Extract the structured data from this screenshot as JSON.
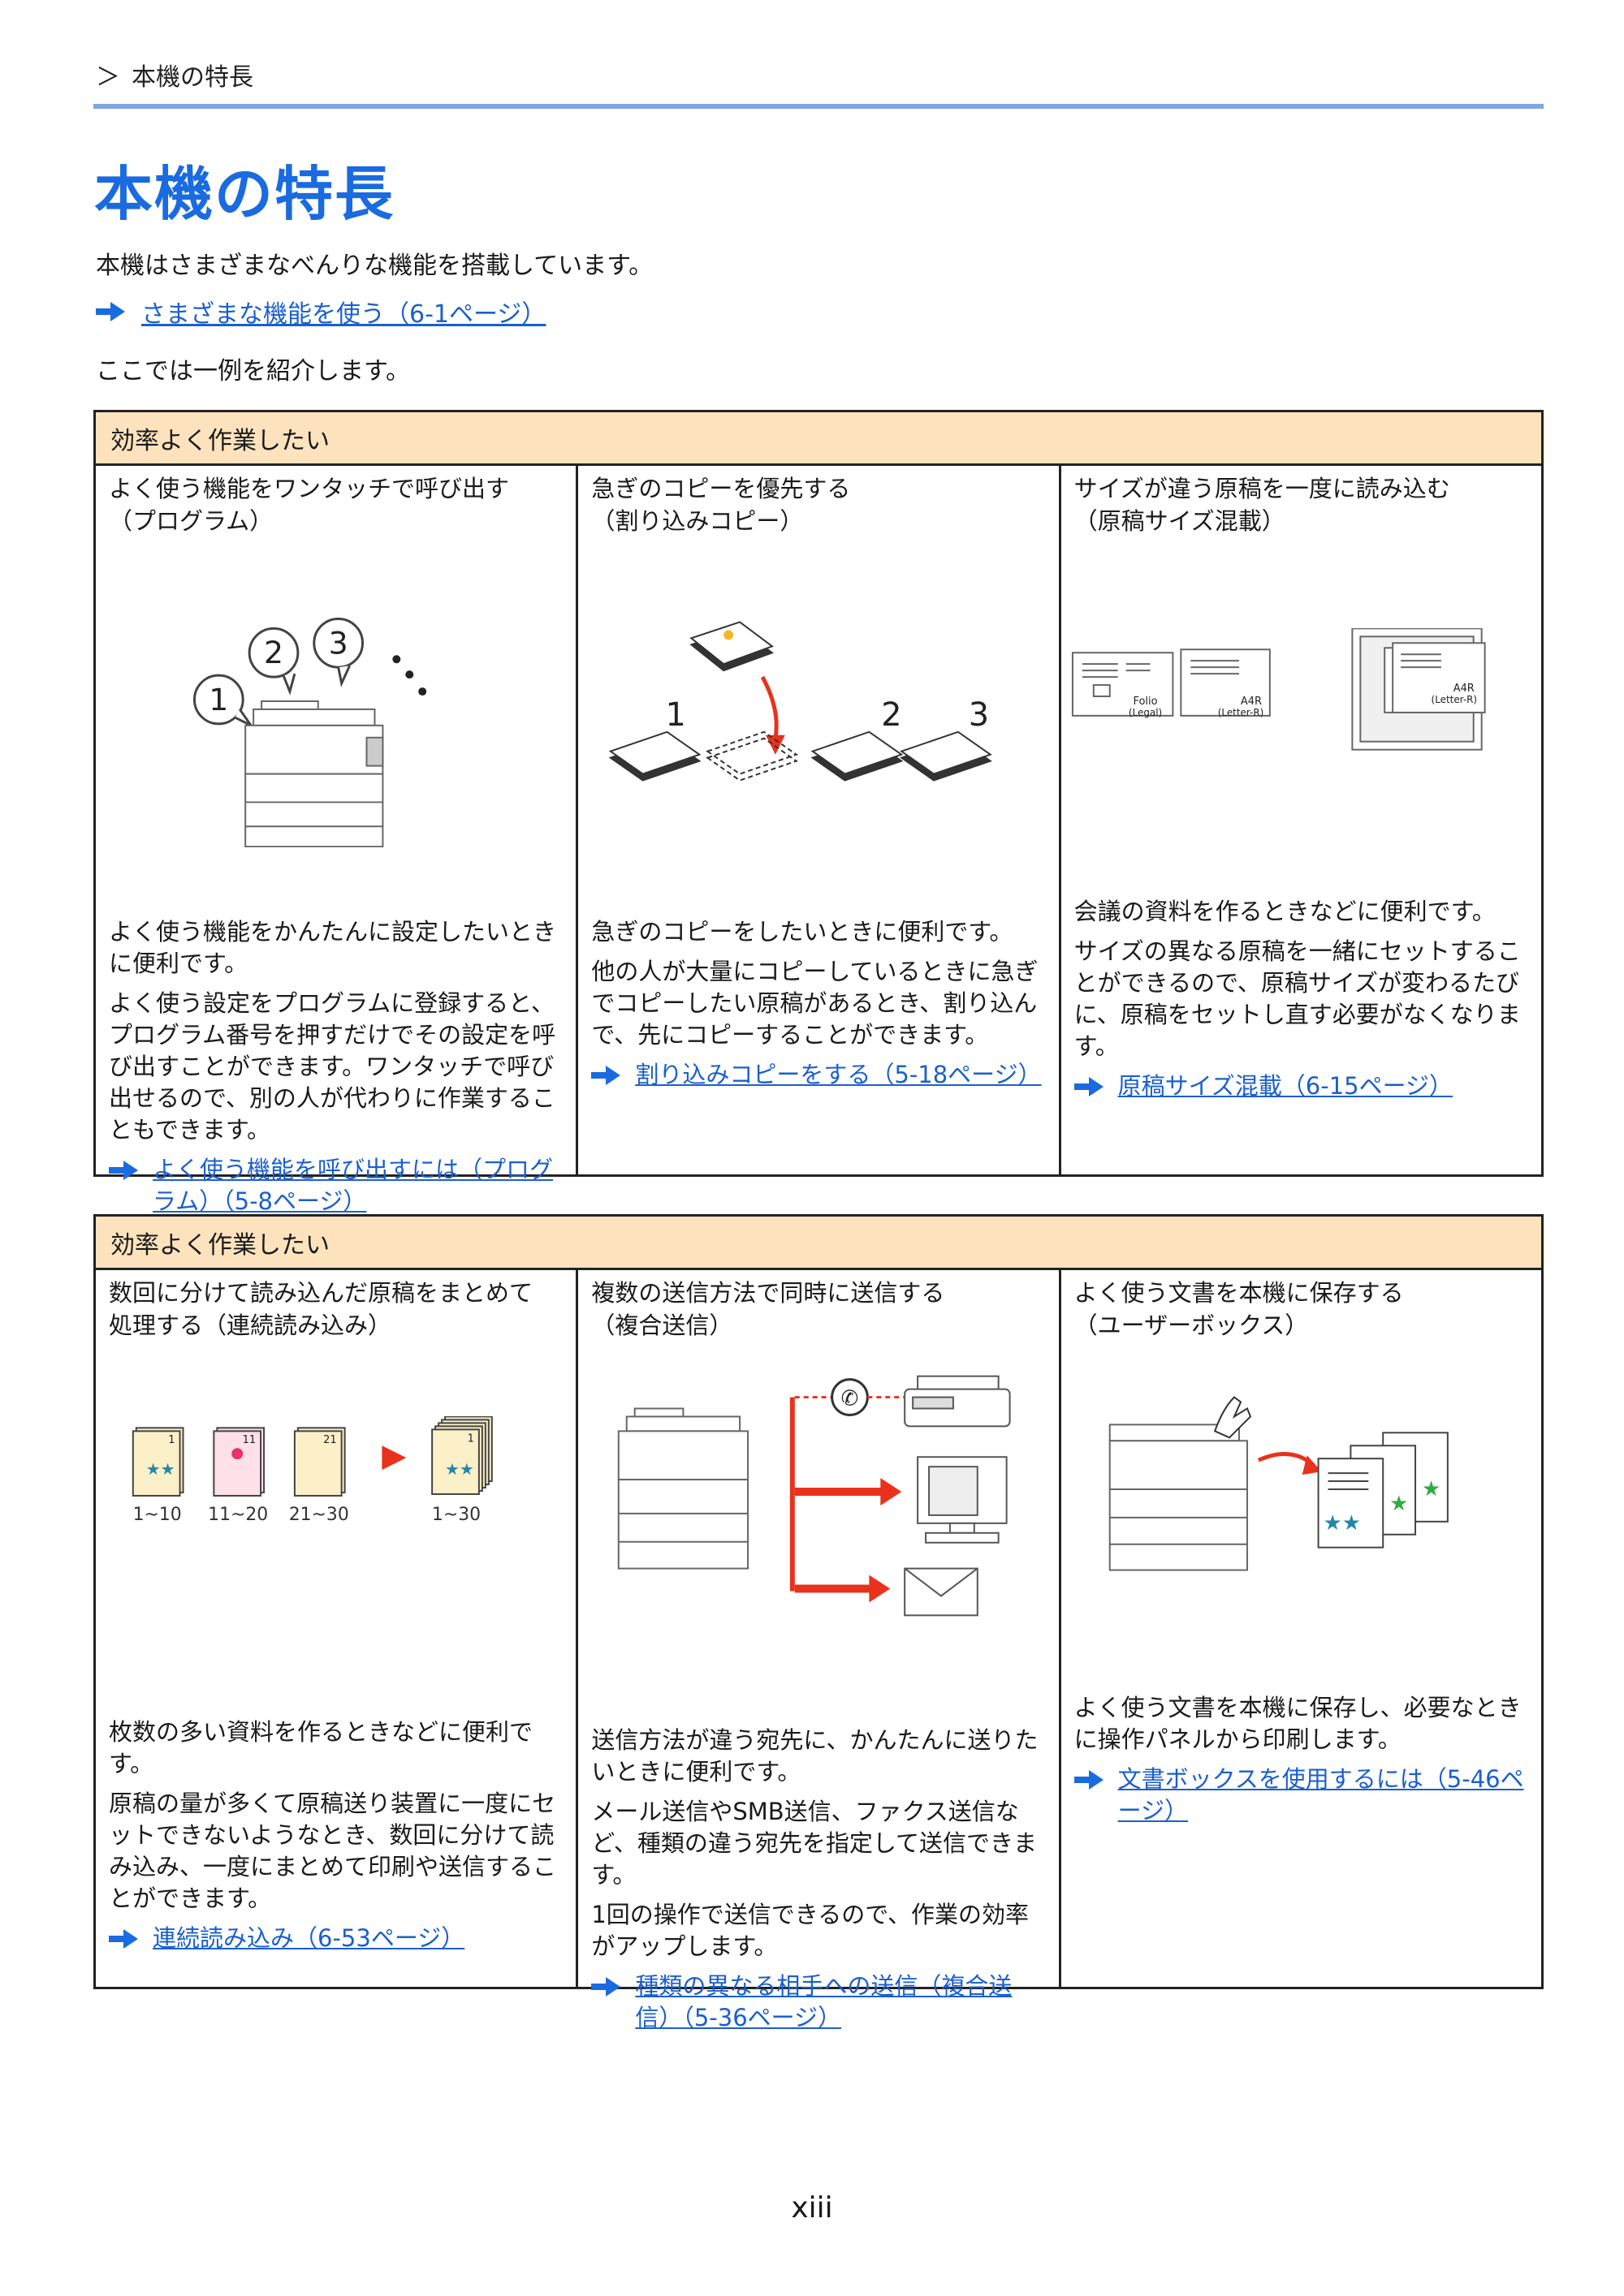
{
  "breadcrumb": {
    "chevron": "＞",
    "label": "本機の特長"
  },
  "title": "本機の特長",
  "intro": "本機はさまざまなべんりな機能を搭載しています。",
  "intro_link": "さまざまな機能を使う（6-1ページ）",
  "intro2": "ここでは一例を紹介します。",
  "panel1": {
    "header": "効率よく作業したい",
    "cols": [
      {
        "title": "よく使う機能をワンタッチで呼び出す\n（プログラム）",
        "p1": "よく使う機能をかんたんに設定したいときに便利です。",
        "p2": "よく使う設定をプログラムに登録すると、プログラム番号を押すだけでその設定を呼び出すことができます。ワンタッチで呼び出せるので、別の人が代わりに作業することもできます。",
        "link": "よく使う機能を呼び出すには（プログラム）（5-8ページ）",
        "illus": {
          "n1": "1",
          "n2": "2",
          "n3": "3"
        }
      },
      {
        "title": "急ぎのコピーを優先する\n（割り込みコピー）",
        "p1": "急ぎのコピーをしたいときに便利です。",
        "p2": "他の人が大量にコピーしているときに急ぎでコピーしたい原稿があるとき、割り込んで、先にコピーすることができます。",
        "link": "割り込みコピーをする（5-18ページ）",
        "illus": {
          "n1": "1",
          "n2": "2",
          "n3": "3"
        }
      },
      {
        "title": "サイズが違う原稿を一度に読み込む\n（原稿サイズ混載）",
        "p1": "会議の資料を作るときなどに便利です。",
        "p2": "サイズの異なる原稿を一緒にセットすることができるので、原稿サイズが変わるたびに、原稿をセットし直す必要がなくなります。",
        "link": "原稿サイズ混載（6-15ページ）",
        "illus": {
          "a": "Folio",
          "a2": "(Legal)",
          "b": "A4R",
          "b2": "(Letter-R)",
          "c": "A4R",
          "c2": "(Letter-R)"
        }
      }
    ]
  },
  "panel2": {
    "header": "効率よく作業したい",
    "cols": [
      {
        "title": "数回に分けて読み込んだ原稿をまとめて\n処理する（連続読み込み）",
        "p1": "枚数の多い資料を作るときなどに便利です。",
        "p2": "原稿の量が多くて原稿送り装置に一度にセットできないようなとき、数回に分けて読み込み、一度にまとめて印刷や送信することができます。",
        "link": "連続読み込み（6-53ページ）",
        "illus": {
          "s1": "1",
          "s2": "11",
          "s3": "21",
          "s4": "1",
          "r1": "1~10",
          "r2": "11~20",
          "r3": "21~30",
          "r4": "1~30"
        }
      },
      {
        "title": "複数の送信方法で同時に送信する\n（複合送信）",
        "p1": "送信方法が違う宛先に、かんたんに送りたいときに便利です。",
        "p2": "メール送信やSMB送信、ファクス送信など、種類の違う宛先を指定して送信できます。",
        "p3": "1回の操作で送信できるので、作業の効率がアップします。",
        "link": "種類の異なる相手への送信（複合送信）（5-36ページ）"
      },
      {
        "title": "よく使う文書を本機に保存する\n（ユーザーボックス）",
        "p1": "よく使う文書を本機に保存し、必要なときに操作パネルから印刷します。",
        "link": "文書ボックスを使用するには（5-46ページ）"
      }
    ]
  },
  "page_number": "xiii",
  "colors": {
    "accent": "#1a6be0",
    "link": "#1a5fcf",
    "header_bg": "#fde3bd",
    "red": "#e8321c",
    "rule": "#7da7e3"
  }
}
